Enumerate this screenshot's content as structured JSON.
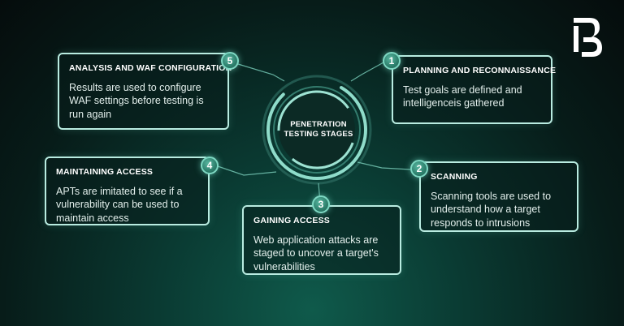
{
  "center": {
    "line1": "PENETRATION",
    "line2": "TESTING STAGES"
  },
  "stages": [
    {
      "number": "1",
      "title": "PLANNING AND RECONNAISSANCE",
      "body": "Test goals are defined and intelligenceis gathered"
    },
    {
      "number": "2",
      "title": "SCANNING",
      "body": "Scanning tools are used to understand how a target responds to intrusions"
    },
    {
      "number": "3",
      "title": "GAINING ACCESS",
      "body": "Web application attacks are staged to uncover a target's vulnerabilities"
    },
    {
      "number": "4",
      "title": "MAINTAINING ACCESS",
      "body": "APTs are imitated to see if a vulnerability can be used to maintain access"
    },
    {
      "number": "5",
      "title": "ANALYSIS AND WAF CONFIGURATION",
      "body": "Results are used to configure WAF settings before testing is run again"
    }
  ],
  "logo": {
    "icon": "brand-b-logo-icon"
  },
  "colors": {
    "card_border": "#b9ece1",
    "badge": "#2d7f6c",
    "background": "#071c19",
    "text": "#ffffff"
  }
}
